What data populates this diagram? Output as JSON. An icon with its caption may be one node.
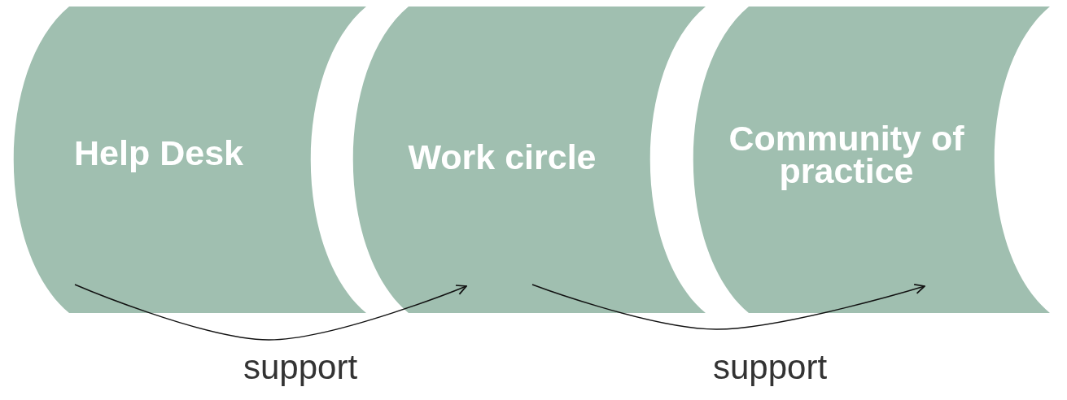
{
  "diagram": {
    "nodes": [
      {
        "text": [
          "Help Desk"
        ]
      },
      {
        "text": [
          "Work circle"
        ]
      },
      {
        "text": [
          "Community of practice"
        ]
      }
    ],
    "edges": [
      {
        "from": 0,
        "to": 1,
        "arrow": "to",
        "label": "support"
      },
      {
        "from": 1,
        "to": 2,
        "arrow": "to",
        "label": "support"
      }
    ]
  }
}
